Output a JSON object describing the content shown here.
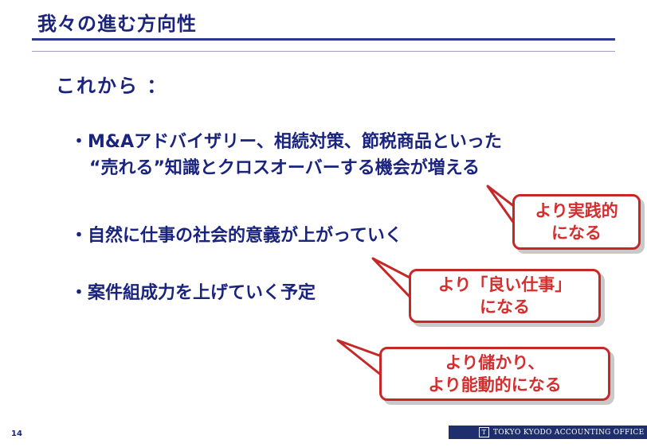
{
  "slide": {
    "title": "我々の進む方向性",
    "subheading": "これから ：",
    "bullets": [
      {
        "line1": "・M&Aアドバイザリー、相続対策、節税商品といった",
        "line2": "“売れる”知識とクロスオーバーする機会が増える"
      },
      {
        "line1": "・自然に仕事の社会的意義が上がっていく"
      },
      {
        "line1": "・案件組成力を上げていく予定"
      }
    ],
    "callouts": [
      {
        "line1": "より実践的",
        "line2": "になる"
      },
      {
        "line1": "より「良い仕事」",
        "line2": "になる"
      },
      {
        "line1": "より儲かり、",
        "line2": "より能動的になる"
      }
    ]
  },
  "footer": {
    "page_number": "14",
    "logo_glyph": "T",
    "company": "TOKYO KYODO ACCOUNTING OFFICE"
  },
  "colors": {
    "navy": "#1a237e",
    "callout_red": "#c62828",
    "footer_bg": "#1f2f6e"
  }
}
